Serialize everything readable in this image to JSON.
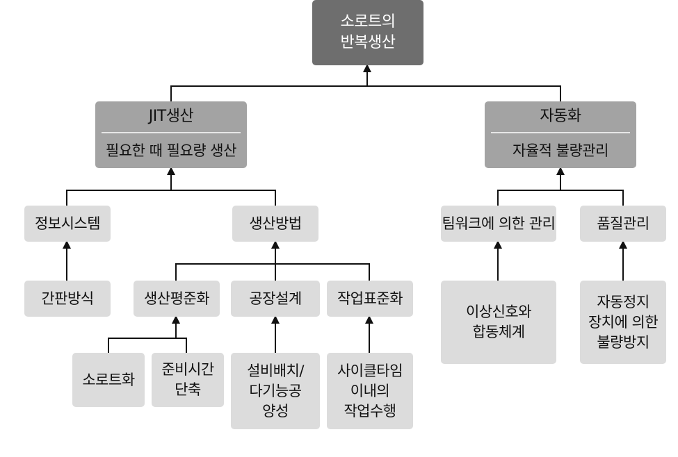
{
  "root": {
    "label": "소로트의\n반복생산"
  },
  "jit": {
    "title": "JIT생산",
    "subtitle": "필요한 때 필요량 생산",
    "children": {
      "info_system": "정보시스템",
      "kanban": "간판방식",
      "production_method": "생산방법",
      "leveling": "생산평준화",
      "small_lot": "소로트화",
      "setup_reduction": "준비시간\n단축",
      "plant_design": "공장설계",
      "layout_multiskill": "설비배치/\n다기능공\n양성",
      "work_standard": "작업표준화",
      "cycle_time": "사이클타임\n이내의\n작업수행"
    }
  },
  "autonomation": {
    "title": "자동화",
    "subtitle": "자율적 불량관리",
    "children": {
      "teamwork": "팀워크에 의한 관리",
      "abnormal_signal": "이상신호와\n합동체계",
      "quality": "품질관리",
      "auto_stop": "자동정지\n장치에 의한\n불량방지"
    }
  },
  "colors": {
    "root_fill": "#6e6e6e",
    "level1_fill": "#a3a3a3",
    "leaf_fill": "#dcdcdc",
    "line": "#111111"
  }
}
